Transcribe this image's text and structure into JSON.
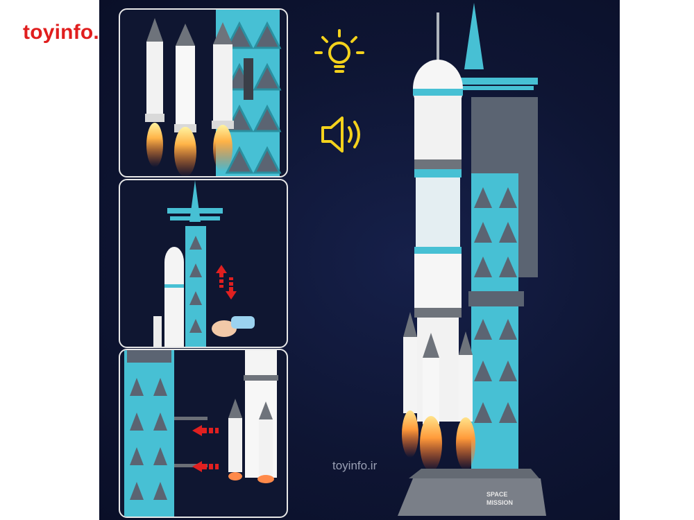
{
  "brand": {
    "site_label": "toyinfo.ir"
  },
  "watermark": {
    "text": "toyinfo.ir"
  },
  "panels": {
    "top": {
      "subject": "rockets-firing"
    },
    "middle": {
      "subject": "tower-crane-lift"
    },
    "bottom": {
      "subject": "boosters-attach"
    }
  },
  "features": [
    {
      "icon": "lightbulb-icon"
    },
    {
      "icon": "speaker-icon"
    }
  ],
  "base_label": {
    "line1": "SPACE",
    "line2": "MISSION"
  },
  "colors": {
    "background": "#0e1533",
    "tower": "#47c0d4",
    "rocket": "#f2f2f2",
    "flame": "#ff8a2a",
    "icon": "#f4d21c",
    "arrow": "#e02020",
    "brand": "#e01e1e"
  }
}
